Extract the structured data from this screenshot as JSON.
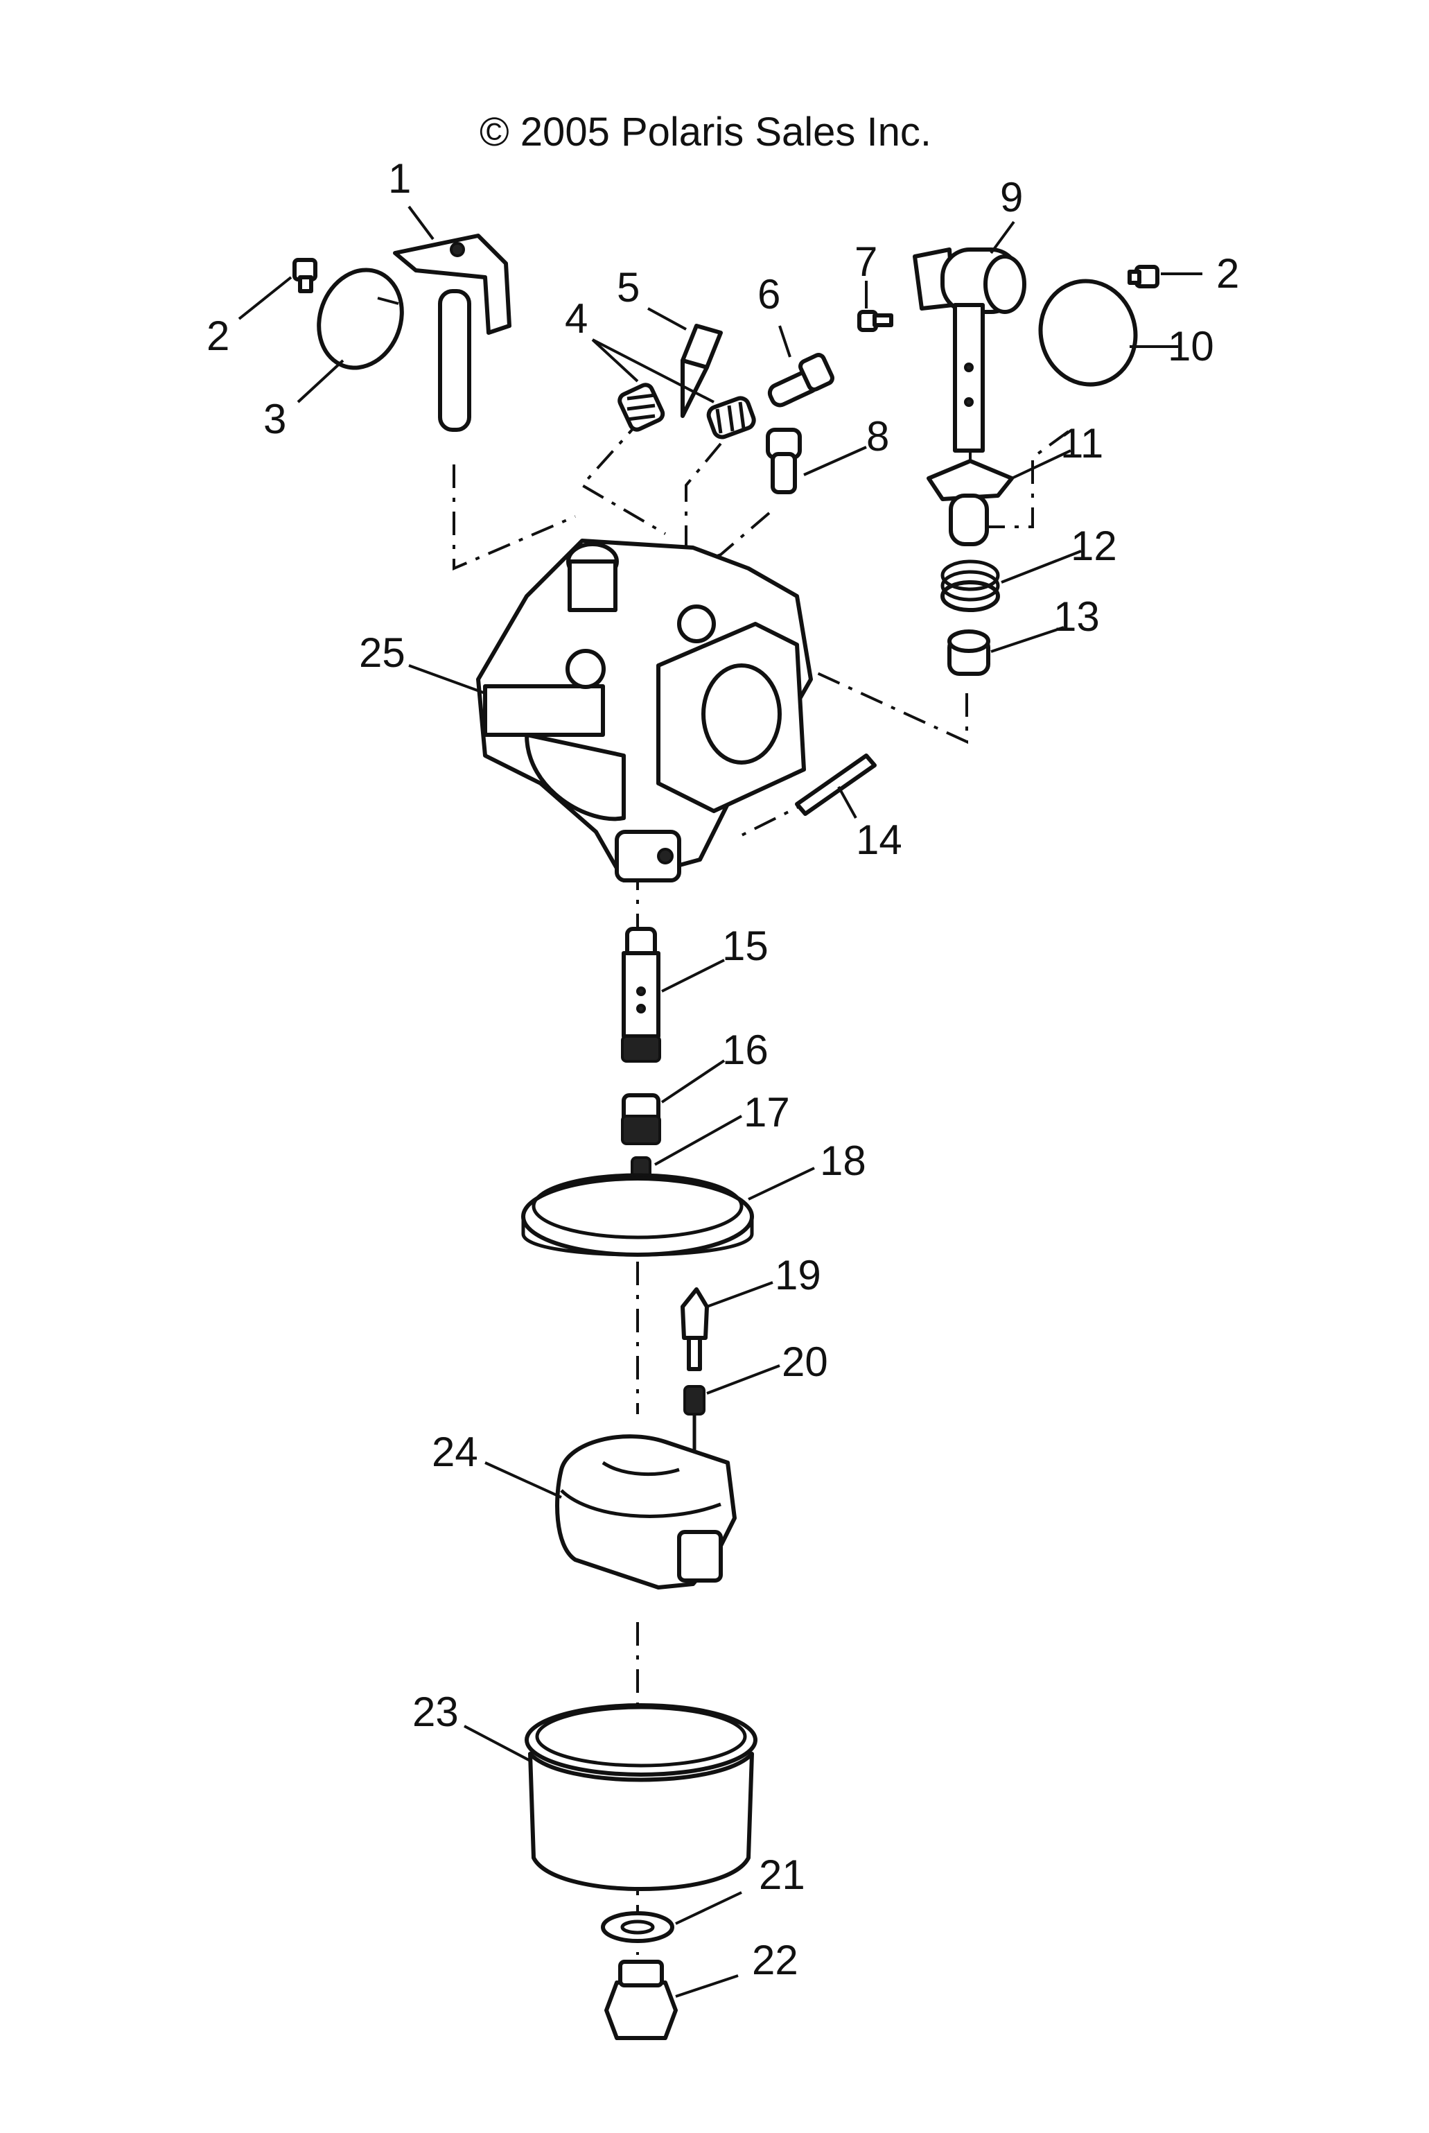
{
  "copyright": "© 2005 Polaris Sales Inc.",
  "callouts": [
    "1",
    "2",
    "3",
    "4",
    "5",
    "6",
    "7",
    "8",
    "9",
    "10",
    "11",
    "12",
    "13",
    "14",
    "15",
    "16",
    "17",
    "18",
    "19",
    "20",
    "21",
    "22",
    "23",
    "24",
    "25"
  ],
  "duplicate_callouts": {
    "2_right": "2"
  }
}
